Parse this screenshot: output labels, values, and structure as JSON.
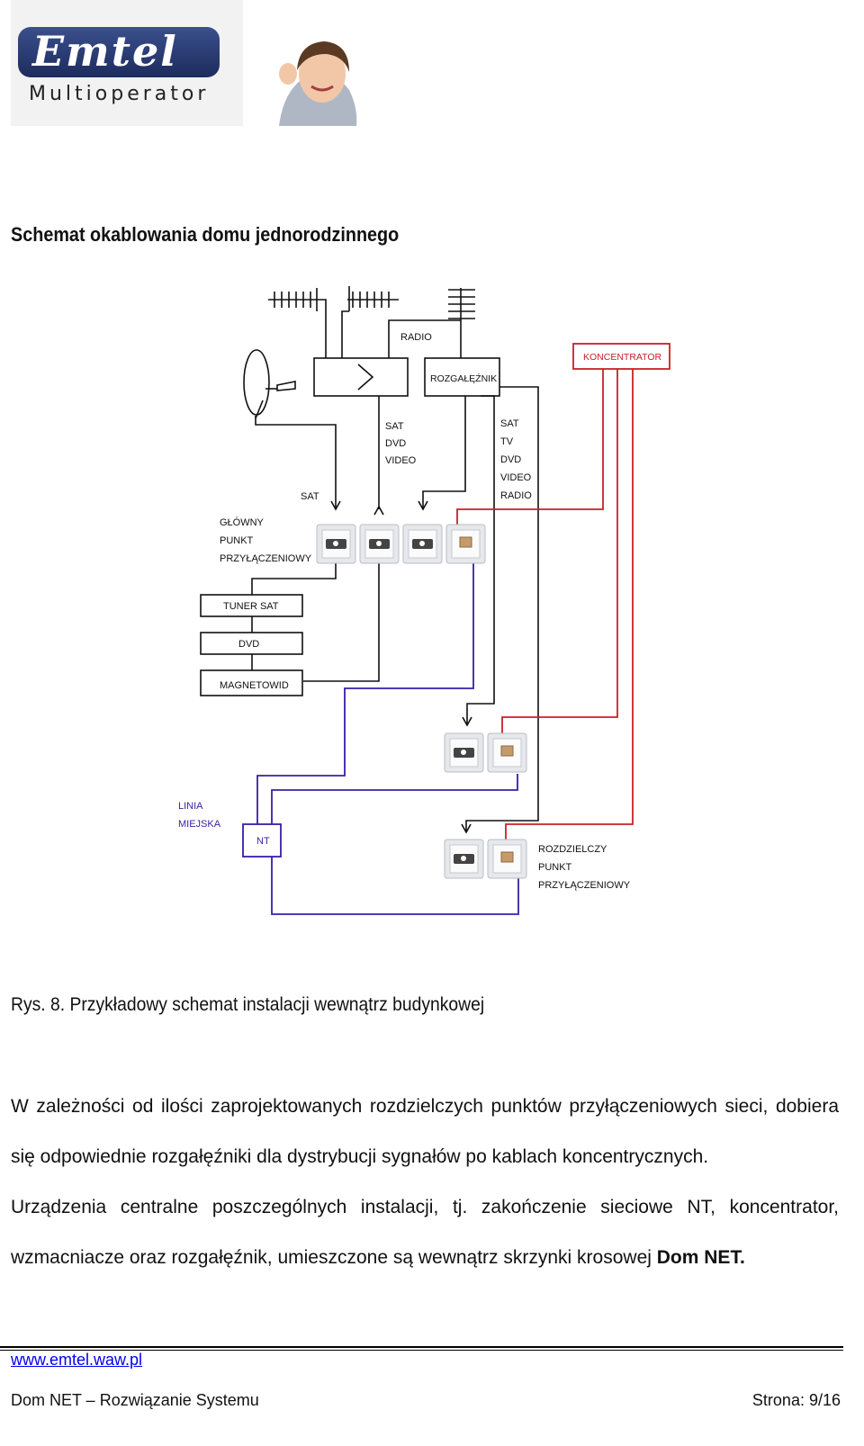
{
  "header": {
    "logo_name": "Emtel",
    "logo_sub": "Multioperator"
  },
  "title": "Schemat okablowania domu jednorodzinnego",
  "diagram": {
    "radio": "RADIO",
    "splitter": "ROZGAŁĘŹNIK",
    "concentrator": "KONCENTRATOR",
    "col1": [
      "SAT",
      "DVD",
      "VIDEO"
    ],
    "col2": [
      "SAT",
      "TV",
      "DVD",
      "VIDEO",
      "RADIO"
    ],
    "sat": "SAT",
    "main_point": [
      "GŁÓWNY",
      "PUNKT",
      "PRZYŁĄCZENIOWY"
    ],
    "tuner": "TUNER SAT",
    "dvd": "DVD",
    "vcr": "MAGNETOWID",
    "line": [
      "LINIA",
      "MIEJSKA"
    ],
    "nt": "NT",
    "dist_point": [
      "ROZDZIELCZY",
      "PUNKT",
      "PRZYŁĄCZENIOWY"
    ]
  },
  "caption": "Rys. 8. Przykładowy schemat instalacji wewnątrz budynkowej",
  "paragraphs": {
    "p1": "W zależności od ilości zaprojektowanych rozdzielczych punktów przyłączeniowych sieci, dobiera się odpowiednie rozgałęźniki dla dystrybucji sygnałów po kablach koncentrycznych.",
    "p2": "Urządzenia centralne poszczególnych instalacji, tj. zakończenie sieciowe NT, koncentrator, wzmacniacze oraz rozgałęźnik, umieszczone są wewnątrz skrzynki krosowej",
    "p2_bold": "Dom NET."
  },
  "footer": {
    "link": "www.emtel.waw.pl",
    "left": "Dom NET – Rozwiązanie Systemu",
    "right": "Strona: 9/16"
  },
  "colors": {
    "red_line": "#c8202a",
    "blue_line": "#3a1ea8",
    "logo_blue": "#243a78"
  }
}
